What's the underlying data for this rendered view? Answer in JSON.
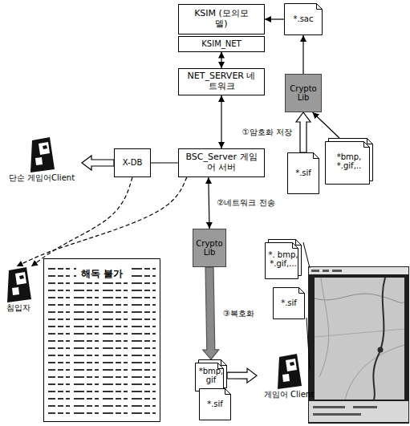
{
  "diagram": {
    "nodes": [
      {
        "text": [
          "KSIM (모의모델)"
        ]
      },
      {
        "text": [
          "KSIM_NET"
        ]
      },
      {
        "text": [
          "*.sac"
        ]
      },
      {
        "text": [
          "Crypto Lib"
        ]
      },
      {
        "text": [
          "*.sif"
        ]
      },
      {
        "text": [
          "*bmp, *.gif,.."
        ]
      },
      {
        "text": [
          "NET_SERVER 네트워크"
        ]
      },
      {
        "text": [
          "X-DB"
        ]
      },
      {
        "text": [
          "BSC_Server 게임어 서버"
        ]
      },
      {
        "text": [
          "단순 게임어Client"
        ]
      },
      {
        "text": [
          "침입자"
        ]
      },
      {
        "text": [
          "Crypto Lib"
        ]
      },
      {
        "text": [
          "*. bmp, *.gif,..."
        ]
      },
      {
        "text": [
          "*.sif"
        ]
      },
      {
        "text": [
          "*bmp, gif"
        ]
      },
      {
        "text": [
          "*.sif"
        ]
      },
      {
        "text": [
          "게임어 Client"
        ]
      },
      {
        "text": [
          "해독 불가"
        ]
      }
    ],
    "edges": [
      {
        "from": 2,
        "to": 0,
        "arrow": "to"
      },
      {
        "from": 3,
        "to": 2,
        "arrow": "to"
      },
      {
        "from": 4,
        "to": 3,
        "arrow": "to",
        "label": "①암호화 저장"
      },
      {
        "from": 5,
        "to": 3,
        "arrow": "to"
      },
      {
        "from": 1,
        "to": 6,
        "arrow": "both"
      },
      {
        "from": 6,
        "to": 8,
        "arrow": "both"
      },
      {
        "from": 7,
        "to": 9,
        "arrow": "to"
      },
      {
        "from": 7,
        "to": 8,
        "arrow": "none"
      },
      {
        "from": 7,
        "to": 10,
        "arrow": "to"
      },
      {
        "from": 8,
        "to": 10,
        "arrow": "to"
      },
      {
        "from": 8,
        "to": 11,
        "arrow": "both",
        "label": "②네트워크 전송"
      },
      {
        "from": 11,
        "to": 14,
        "arrow": "to",
        "label": "③복호화"
      },
      {
        "from": 14,
        "to": 16,
        "arrow": "to"
      }
    ]
  }
}
